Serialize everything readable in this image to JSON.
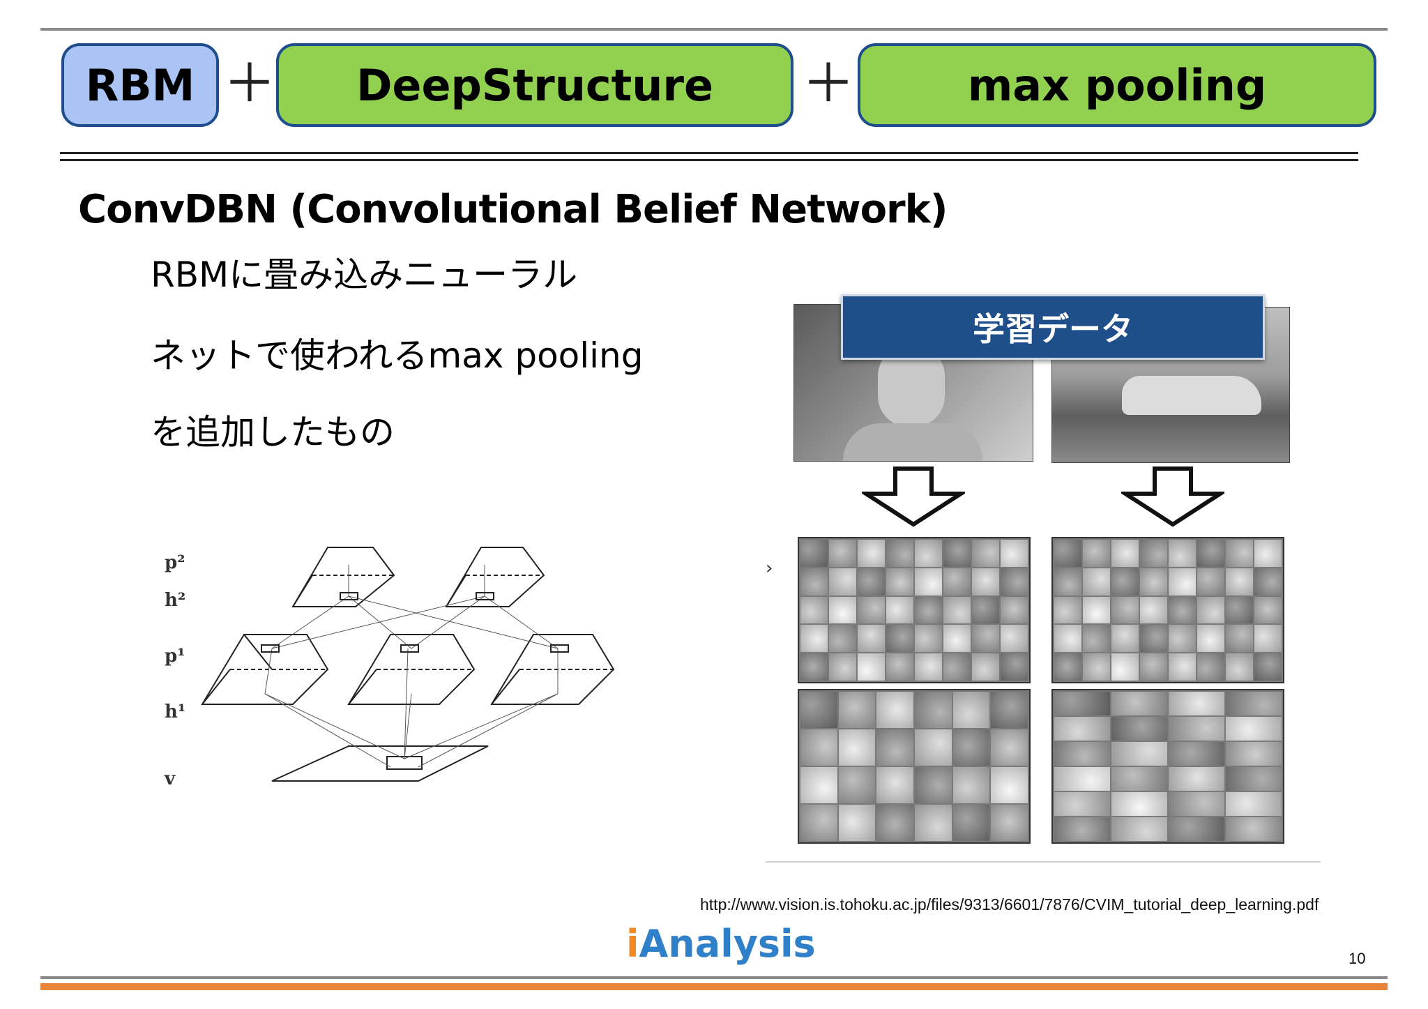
{
  "header": {
    "pill_rbm": "RBM",
    "plus_1": "＋",
    "pill_deep": "DeepStructure",
    "plus_2": "＋",
    "pill_pool": "max pooling"
  },
  "content": {
    "title": "ConvDBN (Convolutional Belief Network)",
    "line1": "RBMに畳み込みニューラル",
    "line2": "ネットで使われるmax pooling",
    "line3": "を追加したもの"
  },
  "diagram": {
    "labels": [
      "p²",
      "h²",
      "p¹",
      "h¹",
      "v"
    ]
  },
  "figure": {
    "banner": "学習データ",
    "side_mark": "›"
  },
  "footer": {
    "url": "http://www.vision.is.tohoku.ac.jp/files/9313/6601/7876/CVIM_tutorial_deep_learning.pdf",
    "logo_i": "i",
    "logo_text": "Analysis",
    "page_number": "10"
  },
  "colors": {
    "pill_blue": "#a9c4f5",
    "pill_green": "#92d050",
    "pill_border": "#1f4e8c",
    "banner": "#1e4f8a",
    "footer_orange": "#e8843a",
    "logo_blue": "#2f80c8",
    "logo_orange": "#f08a24"
  }
}
